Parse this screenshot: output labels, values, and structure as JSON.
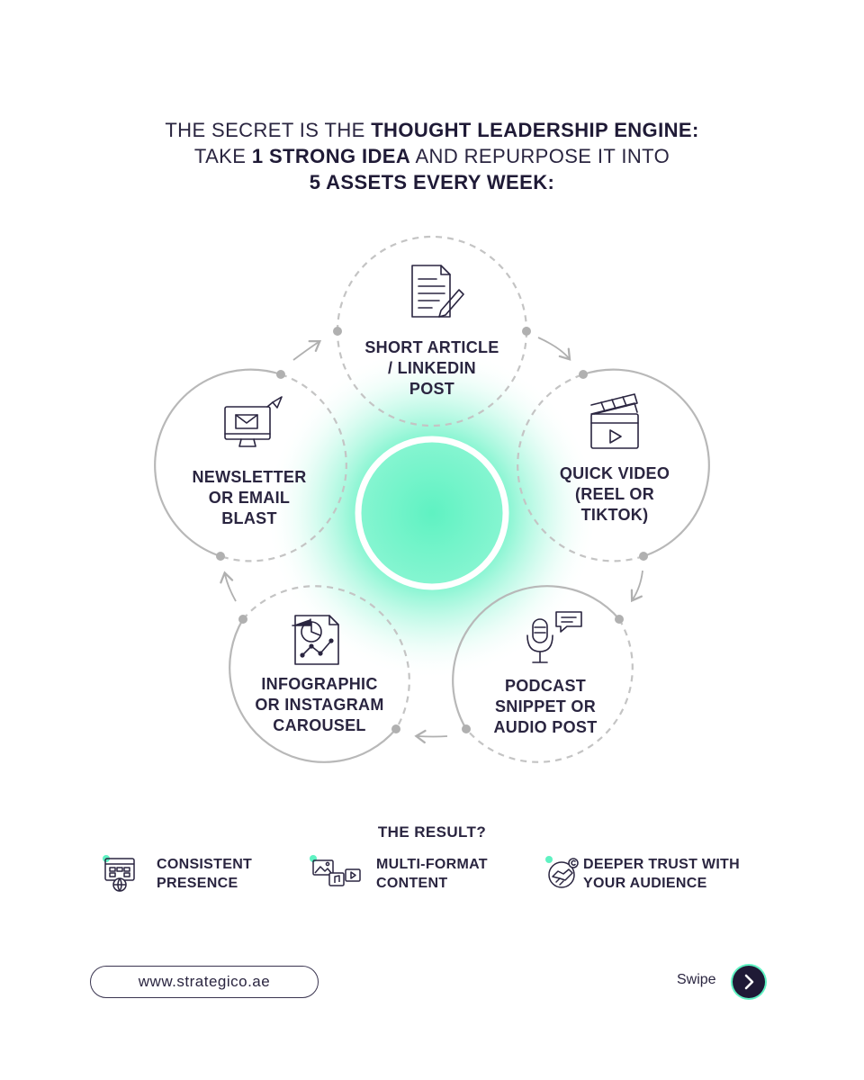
{
  "headline": {
    "line1": {
      "pre": "THE SECRET IS THE ",
      "bold": "THOUGHT LEADERSHIP ENGINE:"
    },
    "line2": {
      "pre": "TAKE ",
      "bold1": "1 STRONG IDEA",
      "mid": " AND REPURPOSE IT INTO"
    },
    "line3": {
      "bold": "5 ASSETS EVERY WEEK:"
    }
  },
  "cycle": [
    {
      "icon": "document-pencil-icon",
      "lines": [
        "SHORT ARTICLE",
        "/ LINKEDIN",
        "POST"
      ]
    },
    {
      "icon": "clapperboard-icon",
      "lines": [
        "QUICK VIDEO",
        "(REEL OR",
        "TIKTOK)"
      ]
    },
    {
      "icon": "microphone-chat-icon",
      "lines": [
        "PODCAST",
        "SNIPPET OR",
        "AUDIO POST"
      ]
    },
    {
      "icon": "infographic-chart-icon",
      "lines": [
        "INFOGRAPHIC",
        "OR INSTAGRAM",
        "CAROUSEL"
      ]
    },
    {
      "icon": "monitor-email-icon",
      "lines": [
        "NEWSLETTER",
        "OR EMAIL",
        "BLAST"
      ]
    }
  ],
  "result": {
    "title": "THE RESULT?",
    "items": [
      {
        "icon": "browser-globe-icon",
        "lines": [
          "CONSISTENT",
          "PRESENCE"
        ]
      },
      {
        "icon": "media-formats-icon",
        "lines": [
          "MULTI-FORMAT",
          "CONTENT"
        ]
      },
      {
        "icon": "handshake-trust-icon",
        "lines": [
          "DEEPER TRUST WITH",
          "YOUR AUDIENCE"
        ]
      }
    ]
  },
  "footer": {
    "url": "www.strategico.ae",
    "swipe": "Swipe"
  },
  "colors": {
    "accent": "#5ff2c2",
    "text": "#2a2540",
    "ring": "#b8b8b8",
    "dark": "#1f1a36"
  }
}
